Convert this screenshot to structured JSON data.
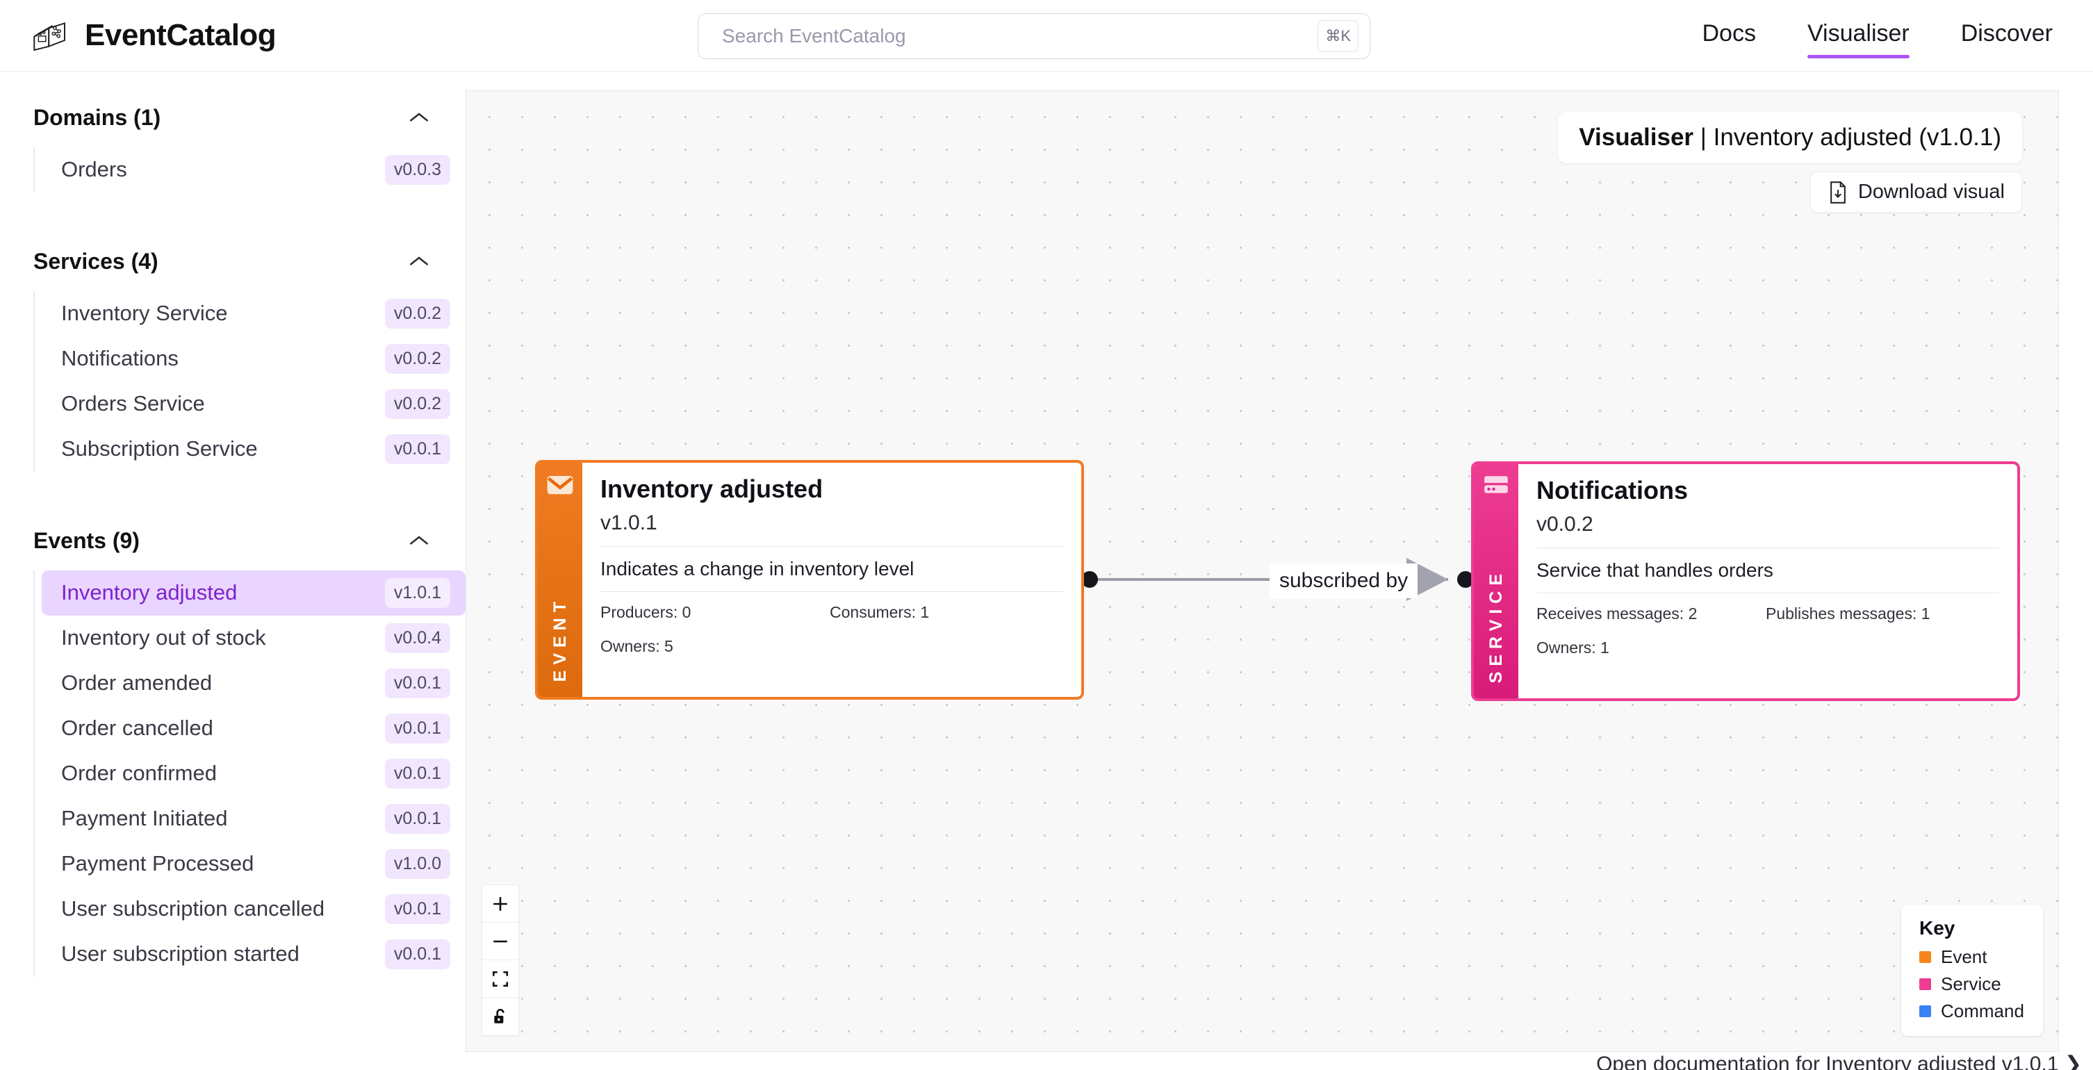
{
  "header": {
    "brand": "EventCatalog",
    "logo_icon": "open-book-icon",
    "search": {
      "placeholder": "Search EventCatalog",
      "value": "",
      "shortcut": "⌘K"
    },
    "nav": [
      {
        "label": "Docs",
        "active": false
      },
      {
        "label": "Visualiser",
        "active": true
      },
      {
        "label": "Discover",
        "active": false
      }
    ]
  },
  "sidebar": {
    "groups": [
      {
        "title": "Domains (1)",
        "collapse_icon": "chevron-up-icon",
        "items": [
          {
            "label": "Orders",
            "version": "v0.0.3",
            "selected": false
          }
        ]
      },
      {
        "title": "Services (4)",
        "collapse_icon": "chevron-up-icon",
        "items": [
          {
            "label": "Inventory Service",
            "version": "v0.0.2",
            "selected": false
          },
          {
            "label": "Notifications",
            "version": "v0.0.2",
            "selected": false
          },
          {
            "label": "Orders Service",
            "version": "v0.0.2",
            "selected": false
          },
          {
            "label": "Subscription Service",
            "version": "v0.0.1",
            "selected": false
          }
        ]
      },
      {
        "title": "Events (9)",
        "collapse_icon": "chevron-up-icon",
        "items": [
          {
            "label": "Inventory adjusted",
            "version": "v1.0.1",
            "selected": true
          },
          {
            "label": "Inventory out of stock",
            "version": "v0.0.4",
            "selected": false
          },
          {
            "label": "Order amended",
            "version": "v0.0.1",
            "selected": false
          },
          {
            "label": "Order cancelled",
            "version": "v0.0.1",
            "selected": false
          },
          {
            "label": "Order confirmed",
            "version": "v0.0.1",
            "selected": false
          },
          {
            "label": "Payment Initiated",
            "version": "v0.0.1",
            "selected": false
          },
          {
            "label": "Payment Processed",
            "version": "v1.0.0",
            "selected": false
          },
          {
            "label": "User subscription cancelled",
            "version": "v0.0.1",
            "selected": false
          },
          {
            "label": "User subscription started",
            "version": "v0.0.1",
            "selected": false
          }
        ]
      }
    ]
  },
  "canvas": {
    "title_prefix": "Visualiser",
    "title_separator": " | ",
    "title_subject": "Inventory adjusted (v1.0.1)",
    "download_label": "Download visual",
    "download_icon": "document-download-icon",
    "nodes": [
      {
        "kind": "event",
        "rail_label": "EVENT",
        "rail_icon": "envelope-icon",
        "accent": "#f07b22",
        "title": "Inventory adjusted",
        "version": "v1.0.1",
        "description": "Indicates a change in inventory level",
        "meta_left": "Producers: 0",
        "meta_right": "Consumers: 1",
        "meta_bottom": "Owners: 5"
      },
      {
        "kind": "service",
        "rail_label": "SERVICE",
        "rail_icon": "server-icon",
        "accent": "#ee3c92",
        "title": "Notifications",
        "version": "v0.0.2",
        "description": "Service that handles orders",
        "meta_left": "Receives messages: 2",
        "meta_right": "Publishes messages: 1",
        "meta_bottom": "Owners: 1"
      }
    ],
    "edge": {
      "label": "subscribed by",
      "color": "#9a9aa5"
    },
    "controls": [
      {
        "name": "zoom-in",
        "icon": "plus-icon"
      },
      {
        "name": "zoom-out",
        "icon": "minus-icon"
      },
      {
        "name": "fit-view",
        "icon": "fit-screen-icon"
      },
      {
        "name": "lock",
        "icon": "unlock-icon"
      }
    ],
    "key": {
      "title": "Key",
      "entries": [
        {
          "label": "Event",
          "color": "#f7851f"
        },
        {
          "label": "Service",
          "color": "#ee3c92"
        },
        {
          "label": "Command",
          "color": "#3b82f6"
        }
      ]
    }
  },
  "footer": {
    "docs_link": "Open documentation for Inventory adjusted v1.0.1  ❯"
  },
  "colors": {
    "accent_purple": "#a855f7",
    "badge_bg": "#f1e6fd",
    "selected_bg": "#e9d5ff",
    "selected_text": "#7e22ce",
    "canvas_bg": "#f8f8f9"
  }
}
